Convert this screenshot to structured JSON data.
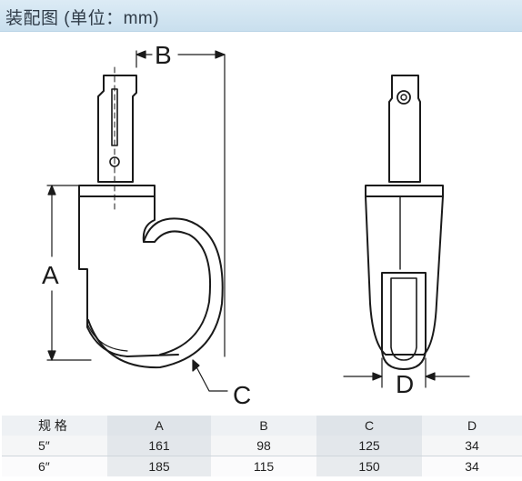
{
  "header": {
    "title": "装配图 (单位：mm)"
  },
  "diagram": {
    "labels": {
      "A": "A",
      "B": "B",
      "C": "C",
      "D": "D"
    },
    "colors": {
      "line": "#1a1a1a",
      "header_bg": "#cfe2f0"
    }
  },
  "table": {
    "columns": [
      "规 格",
      "A",
      "B",
      "C",
      "D"
    ],
    "rows": [
      [
        "5″",
        "161",
        "98",
        "125",
        "34"
      ],
      [
        "6″",
        "185",
        "115",
        "150",
        "34"
      ]
    ]
  }
}
